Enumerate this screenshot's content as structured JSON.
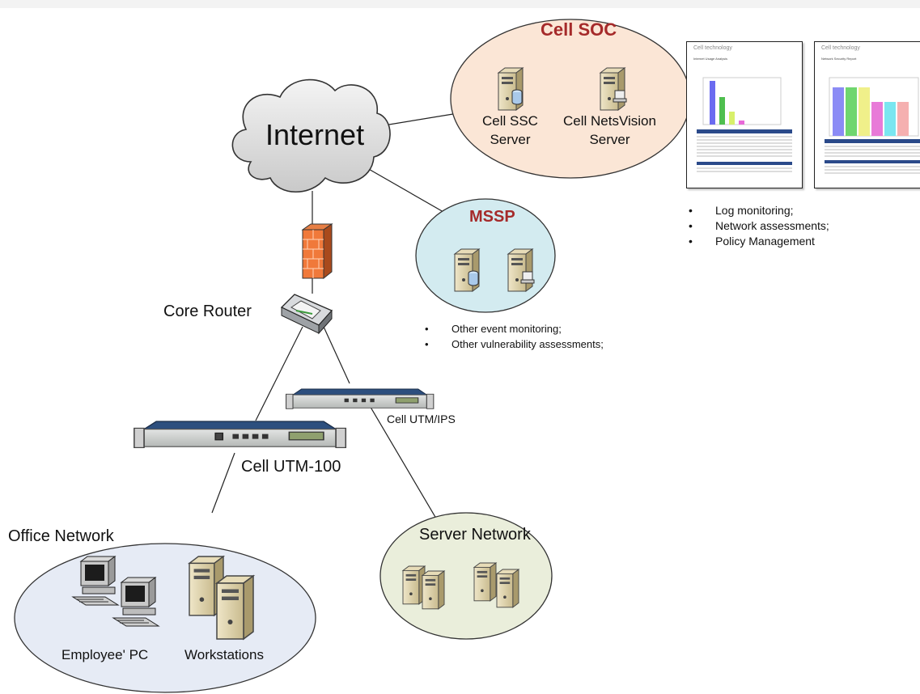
{
  "nodes": {
    "internet": "Internet",
    "cell_soc": "Cell SOC",
    "cell_ssc_server": "Cell SSC\nServer",
    "cell_netsvision_server": "Cell NetsVision\nServer",
    "mssp": "MSSP",
    "core_router": "Core Router",
    "cell_utm_ips": "Cell UTM/IPS",
    "cell_utm_100": "Cell UTM-100",
    "office_network": "Office Network",
    "server_network": "Server Network",
    "employee_pc": "Employee' PC",
    "workstations": "Workstations"
  },
  "soc_services": [
    "Log monitoring;",
    "Network assessments;",
    "Policy Management"
  ],
  "mssp_services": [
    "Other event monitoring;",
    "Other vulnerability assessments;"
  ],
  "reports": {
    "brand": "Cell",
    "brand_suffix": "technology",
    "report1_title": "Internet Usage Analysis",
    "report2_title": "Network Security Report"
  },
  "colors": {
    "soc_fill": "#fbe6d6",
    "mssp_fill": "#d3ebf0",
    "office_fill": "#e6ebf5",
    "server_fill": "#eaeedb",
    "title_red": "#a52a2a"
  }
}
